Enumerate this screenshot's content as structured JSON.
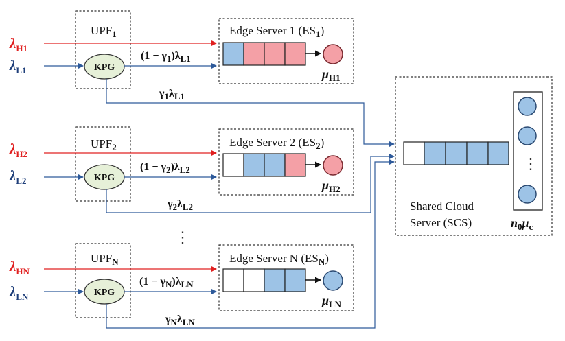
{
  "upf": [
    {
      "name": "UPF",
      "sub": "1"
    },
    {
      "name": "UPF",
      "sub": "2"
    },
    {
      "name": "UPF",
      "sub": "N"
    }
  ],
  "kpg_label": "KPG",
  "edge_servers": [
    {
      "title": "Edge Server 1 (ES",
      "sub": "1",
      "close": ")",
      "mu_sub": "H1",
      "queue": [
        "blue",
        "pink",
        "pink",
        "pink"
      ],
      "server_color": "pink"
    },
    {
      "title": "Edge Server 2 (ES",
      "sub": "2",
      "close": ")",
      "mu_sub": "H2",
      "queue": [
        "white",
        "blue",
        "blue",
        "pink"
      ],
      "server_color": "pink"
    },
    {
      "title": "Edge Server N (ES",
      "sub": "N",
      "close": ")",
      "mu_sub": "LN",
      "queue": [
        "white",
        "white",
        "blue",
        "blue"
      ],
      "server_color": "blue"
    }
  ],
  "arrivals": [
    {
      "high_sub": "H1",
      "low_sub": "L1",
      "edge_coef": "(1 − γ",
      "edge_coef_sub": "1",
      "edge_lambda_sub": "L1",
      "cloud_gamma_sub": "1",
      "cloud_lambda_sub": "L1"
    },
    {
      "high_sub": "H2",
      "low_sub": "L2",
      "edge_coef": "(1 − γ",
      "edge_coef_sub": "2",
      "edge_lambda_sub": "L2",
      "cloud_gamma_sub": "2",
      "cloud_lambda_sub": "L2"
    },
    {
      "high_sub": "HN",
      "low_sub": "LN",
      "edge_coef": "(1 − γ",
      "edge_coef_sub": "N",
      "edge_lambda_sub": "LN",
      "cloud_gamma_sub": "N",
      "cloud_lambda_sub": "LN"
    }
  ],
  "symbols": {
    "lambda": "λ",
    "gamma": "γ",
    "mu": "μ",
    "close_paren": ")"
  },
  "cloud": {
    "label_line1": "Shared Cloud",
    "label_line2": "Server (SCS)",
    "capacity_n": "n",
    "capacity_n_sub": "0",
    "capacity_mu": "μ",
    "capacity_mu_sub": "c",
    "queue": [
      "white",
      "blue",
      "blue",
      "blue",
      "blue"
    ]
  },
  "ellipsis_vertical": "⋮",
  "colors": {
    "high_priority": "#e02020",
    "low_priority": "#1f3f7a",
    "queue_blue": "#9dc3e6",
    "queue_pink": "#f4a0a6",
    "kpg_fill": "#e6f0d8"
  }
}
